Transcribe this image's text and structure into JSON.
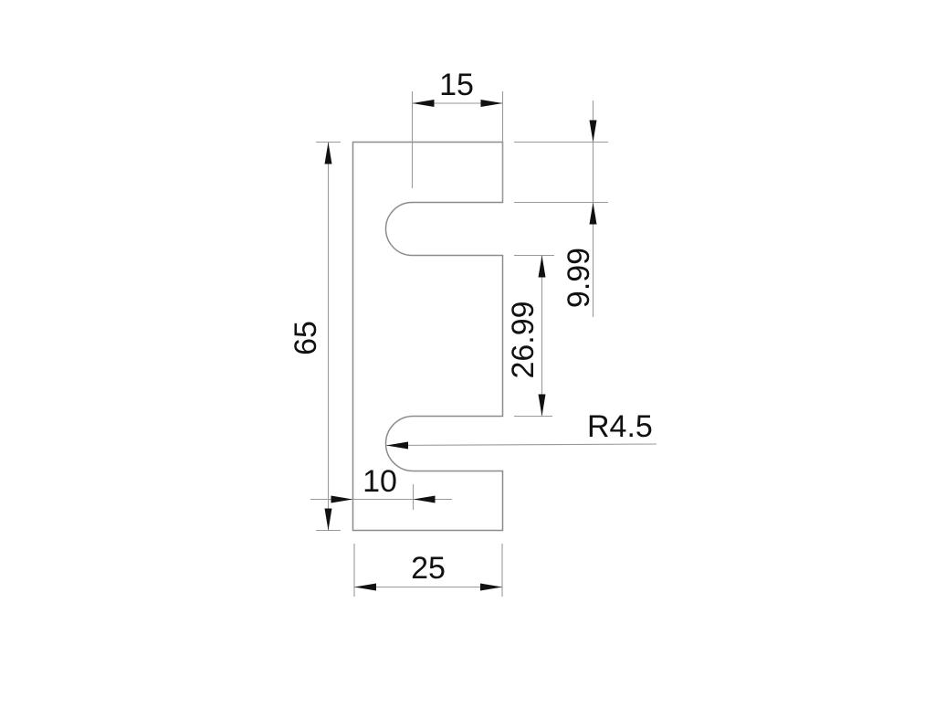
{
  "drawing": {
    "type": "cad-part-section-drawing",
    "dimensions": {
      "top_slot_depth": "15",
      "upper_slot_top_offset": "9.99",
      "between_slots": "26.99",
      "overall_height": "65",
      "lower_slot_depth": "10",
      "overall_width": "25",
      "slot_end_radius": "R4.5"
    },
    "colors": {
      "background": "#ffffff",
      "part_outline": "#8c8c8c",
      "dimension_lines": "#9a9a9a",
      "annotation": "#111111"
    }
  }
}
